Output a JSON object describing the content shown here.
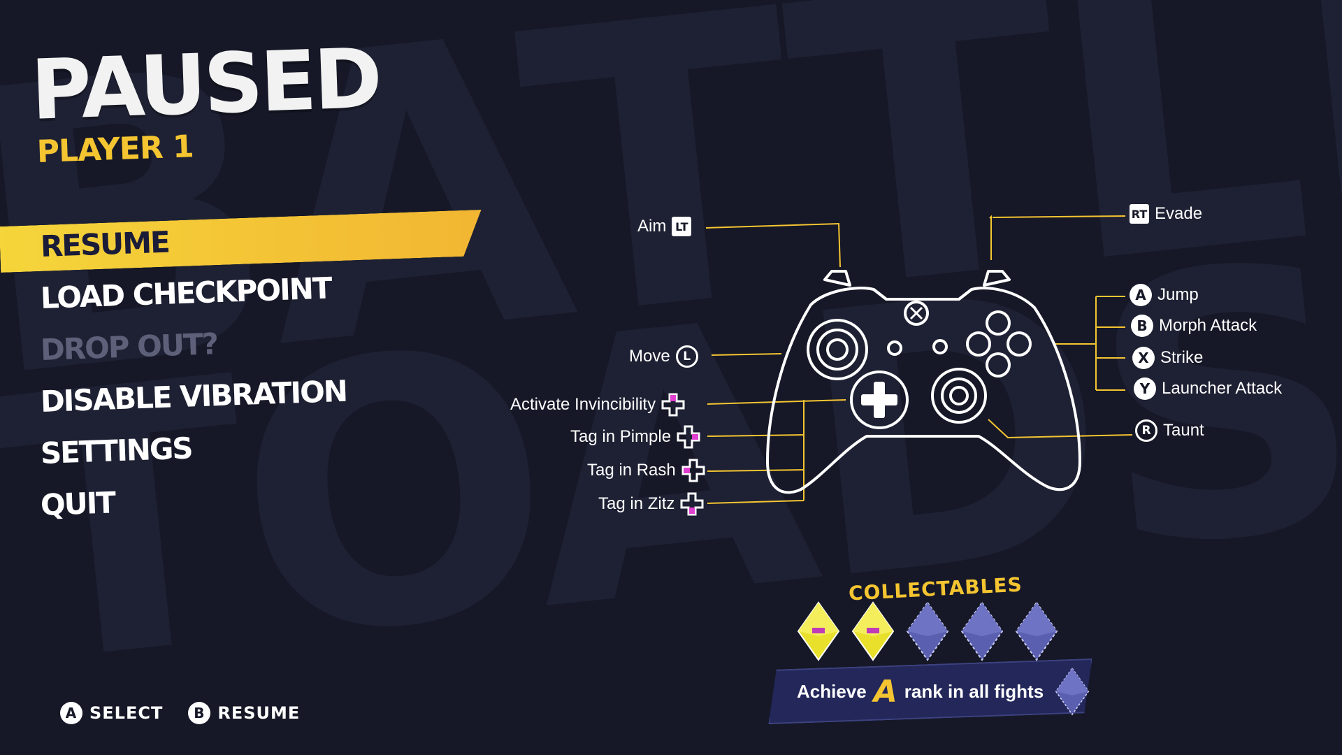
{
  "background": {
    "line1": "BATTLE",
    "line2": "TOADS"
  },
  "header": {
    "title": "PAUSED",
    "subtitle": "PLAYER 1"
  },
  "menu": [
    {
      "label": "RESUME",
      "state": "selected"
    },
    {
      "label": "LOAD CHECKPOINT",
      "state": "normal"
    },
    {
      "label": "DROP OUT?",
      "state": "disabled"
    },
    {
      "label": "DISABLE VIBRATION",
      "state": "normal"
    },
    {
      "label": "SETTINGS",
      "state": "normal"
    },
    {
      "label": "QUIT",
      "state": "normal"
    }
  ],
  "controls": {
    "aim": {
      "label": "Aim",
      "button": "LT"
    },
    "evade": {
      "label": "Evade",
      "button": "RT"
    },
    "move": {
      "label": "Move",
      "button": "L"
    },
    "jump": {
      "label": "Jump",
      "button": "A"
    },
    "morph_attack": {
      "label": "Morph Attack",
      "button": "B"
    },
    "strike": {
      "label": "Strike",
      "button": "X"
    },
    "launcher_attack": {
      "label": "Launcher Attack",
      "button": "Y"
    },
    "taunt": {
      "label": "Taunt",
      "button": "R"
    },
    "activate_invincibility": {
      "label": "Activate Invincibility"
    },
    "tag_pimple": {
      "label": "Tag in Pimple"
    },
    "tag_rash": {
      "label": "Tag in Rash"
    },
    "tag_zitz": {
      "label": "Tag in Zitz"
    }
  },
  "collectables": {
    "title": "COLLECTABLES",
    "collected": 2,
    "total": 5,
    "achievement": {
      "prefix": "Achieve",
      "rank": "A",
      "suffix": "rank in all fights"
    }
  },
  "footer": [
    {
      "button": "A",
      "label": "SELECT"
    },
    {
      "button": "B",
      "label": "RESUME"
    }
  ],
  "colors": {
    "accent": "#f5c531",
    "background": "#161827",
    "dpad_highlight": "#e03fd0",
    "line": "#f5c531"
  }
}
